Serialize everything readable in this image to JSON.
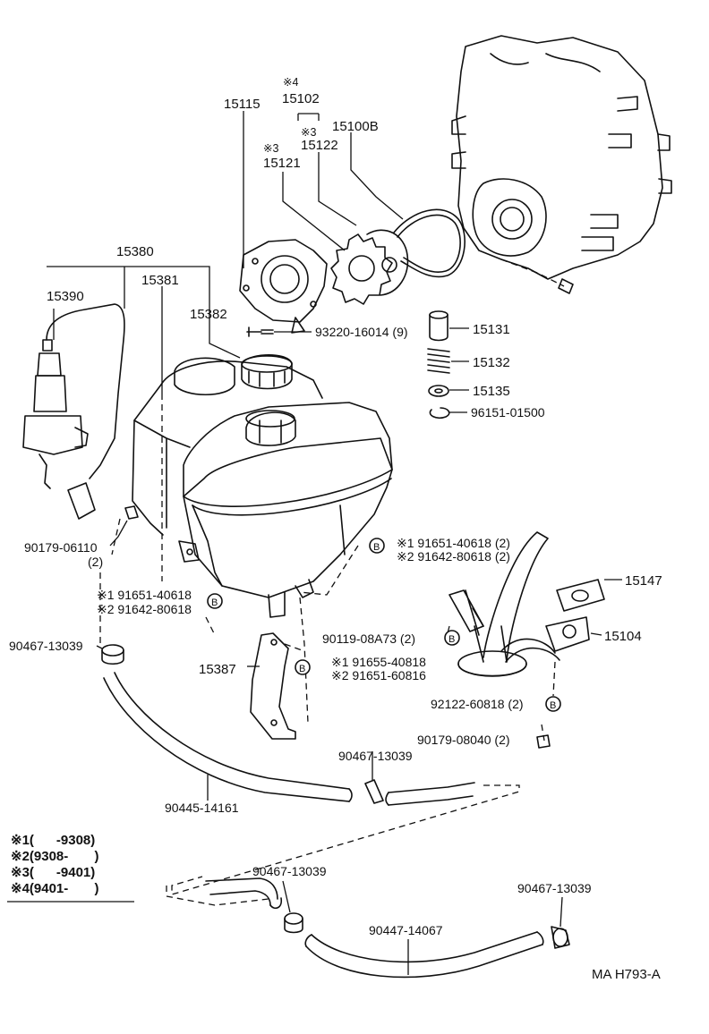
{
  "parts": {
    "p15115": "15115",
    "p15102_mark": "※4",
    "p15102": "15102",
    "p15122_mark": "※3",
    "p15122": "15122",
    "p15100b": "15100B",
    "p15121_mark": "※3",
    "p15121": "15121",
    "p15380": "15380",
    "p15390": "15390",
    "p15381": "15381",
    "p15382": "15382",
    "p93220": "93220-16014 (9)",
    "p15131": "15131",
    "p15132": "15132",
    "p15135": "15135",
    "p96151": "96151-01500",
    "p90179_06110": "90179-06110",
    "p90179_06110_qty": "(2)",
    "p91651_40618_r": "※1 91651-40618 (2)",
    "p91642_80618_r": "※2 91642-80618 (2)",
    "p91651_40618_l": "※1 91651-40618",
    "p91642_80618_l": "※2 91642-80618",
    "p15147": "15147",
    "p15104": "15104",
    "p90119": "90119-08A73 (2)",
    "p90467_a": "90467-13039",
    "p15387": "15387",
    "p191655": "※1 91655-40818",
    "p291651": "※2 91651-60816",
    "p92122": "92122-60818 (2)",
    "p90179_08040": "90179-08040 (2)",
    "p90467_b": "90467-13039",
    "p90445": "90445-14161",
    "p90467_c": "90467-13039",
    "p90467_d": "90467-13039",
    "p90447": "90447-14067",
    "badge_b": "B"
  },
  "legend": {
    "row1": "※1(      -9308)",
    "row2": "※2(9308-       )",
    "row3": "※3(      -9401)",
    "row4": "※4(9401-       )"
  },
  "drawing_code": "MA H793-A"
}
